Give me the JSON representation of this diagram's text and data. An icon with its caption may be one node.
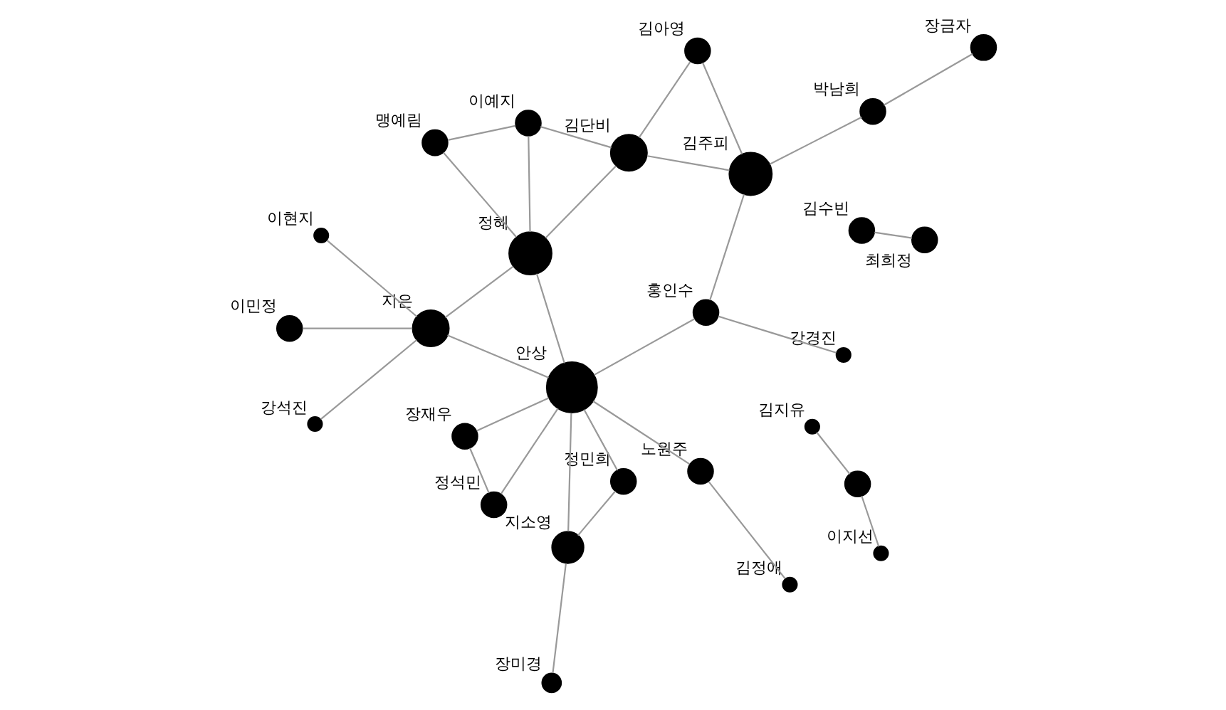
{
  "diagram": {
    "nodes": [
      {
        "text": [
          "장금자"
        ]
      },
      {
        "text": [
          "박남희"
        ]
      },
      {
        "text": [
          "김주피"
        ]
      },
      {
        "text": [
          "강경진"
        ]
      },
      {
        "text": [
          "홍인수"
        ]
      },
      {
        "text": [
          "장재우"
        ]
      },
      {
        "text": [
          "정석민"
        ]
      },
      {
        "text": [
          "장미경"
        ]
      },
      {
        "text": [
          "지소영"
        ]
      },
      {
        "text": [
          "정민희"
        ]
      },
      {
        "text": [
          "안상"
        ]
      },
      {
        "text": [
          "노원주"
        ]
      },
      {
        "text": [
          "김정애"
        ]
      },
      {
        "text": [
          "김아영"
        ]
      },
      {
        "text": [
          "김단비"
        ]
      },
      {
        "text": [
          "정혜"
        ]
      },
      {
        "text": [
          "지은"
        ]
      },
      {
        "text": [
          "이예지"
        ]
      },
      {
        "text": [
          "맹예림"
        ]
      },
      {
        "text": [
          "이민정"
        ]
      },
      {
        "text": [
          "이현지"
        ]
      },
      {
        "text": [
          "강석진"
        ]
      },
      {
        "text": [
          "김지유"
        ]
      },
      {
        "text": [],
        "shape": "circle"
      },
      {
        "text": [
          "이지선"
        ]
      },
      {
        "text": [
          "김수빈"
        ]
      },
      {
        "text": [
          "최희정"
        ]
      }
    ],
    "edges": [
      {
        "from": 0,
        "to": 1,
        "arrow": "none"
      },
      {
        "from": 1,
        "to": 2,
        "arrow": "none"
      },
      {
        "from": 2,
        "to": 4,
        "arrow": "none"
      },
      {
        "from": 3,
        "to": 4,
        "arrow": "none"
      },
      {
        "from": 4,
        "to": 10,
        "arrow": "none"
      },
      {
        "from": 2,
        "to": 13,
        "arrow": "none"
      },
      {
        "from": 2,
        "to": 14,
        "arrow": "none"
      },
      {
        "from": 13,
        "to": 14,
        "arrow": "none"
      },
      {
        "from": 14,
        "to": 15,
        "arrow": "none"
      },
      {
        "from": 14,
        "to": 17,
        "arrow": "none"
      },
      {
        "from": 15,
        "to": 17,
        "arrow": "none"
      },
      {
        "from": 15,
        "to": 18,
        "arrow": "none"
      },
      {
        "from": 17,
        "to": 18,
        "arrow": "none"
      },
      {
        "from": 15,
        "to": 10,
        "arrow": "none"
      },
      {
        "from": 15,
        "to": 16,
        "arrow": "none"
      },
      {
        "from": 10,
        "to": 16,
        "arrow": "none"
      },
      {
        "from": 10,
        "to": 5,
        "arrow": "none"
      },
      {
        "from": 5,
        "to": 6,
        "arrow": "none"
      },
      {
        "from": 6,
        "to": 10,
        "arrow": "none"
      },
      {
        "from": 10,
        "to": 8,
        "arrow": "none"
      },
      {
        "from": 10,
        "to": 9,
        "arrow": "none"
      },
      {
        "from": 9,
        "to": 8,
        "arrow": "none"
      },
      {
        "from": 8,
        "to": 7,
        "arrow": "none"
      },
      {
        "from": 10,
        "to": 11,
        "arrow": "none"
      },
      {
        "from": 11,
        "to": 12,
        "arrow": "none"
      },
      {
        "from": 16,
        "to": 19,
        "arrow": "none"
      },
      {
        "from": 16,
        "to": 20,
        "arrow": "none"
      },
      {
        "from": 16,
        "to": 21,
        "arrow": "none"
      },
      {
        "from": 22,
        "to": 23,
        "arrow": "none"
      },
      {
        "from": 23,
        "to": 24,
        "arrow": "none"
      },
      {
        "from": 25,
        "to": 26,
        "arrow": "none"
      }
    ]
  }
}
